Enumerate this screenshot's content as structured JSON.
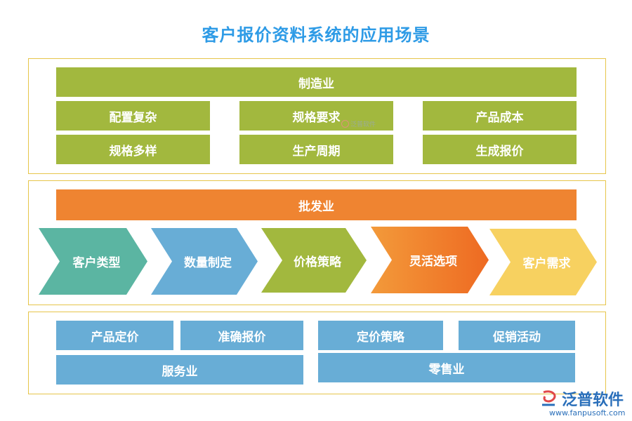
{
  "title": "客户报价资料系统的应用场景",
  "manufacturing": {
    "header": "制造业",
    "items": [
      "配置复杂",
      "规格多样",
      "规格要求",
      "生产周期",
      "产品成本",
      "生成报价"
    ]
  },
  "wholesale": {
    "header": "批发业",
    "steps": [
      "客户类型",
      "数量制定",
      "价格策略",
      "灵活选项",
      "客户需求"
    ],
    "colors": [
      "#5bb5a2",
      "#68add6",
      "#a2b83e",
      "#f07a2c",
      "#f7d160"
    ]
  },
  "service": {
    "header": "服务业",
    "items": [
      "产品定价",
      "准确报价"
    ]
  },
  "retail": {
    "header": "零售业",
    "items": [
      "定价策略",
      "促销活动"
    ]
  },
  "watermark": "泛普软件",
  "logo": {
    "name": "泛普软件",
    "url": "www.fanpusoft.com"
  }
}
